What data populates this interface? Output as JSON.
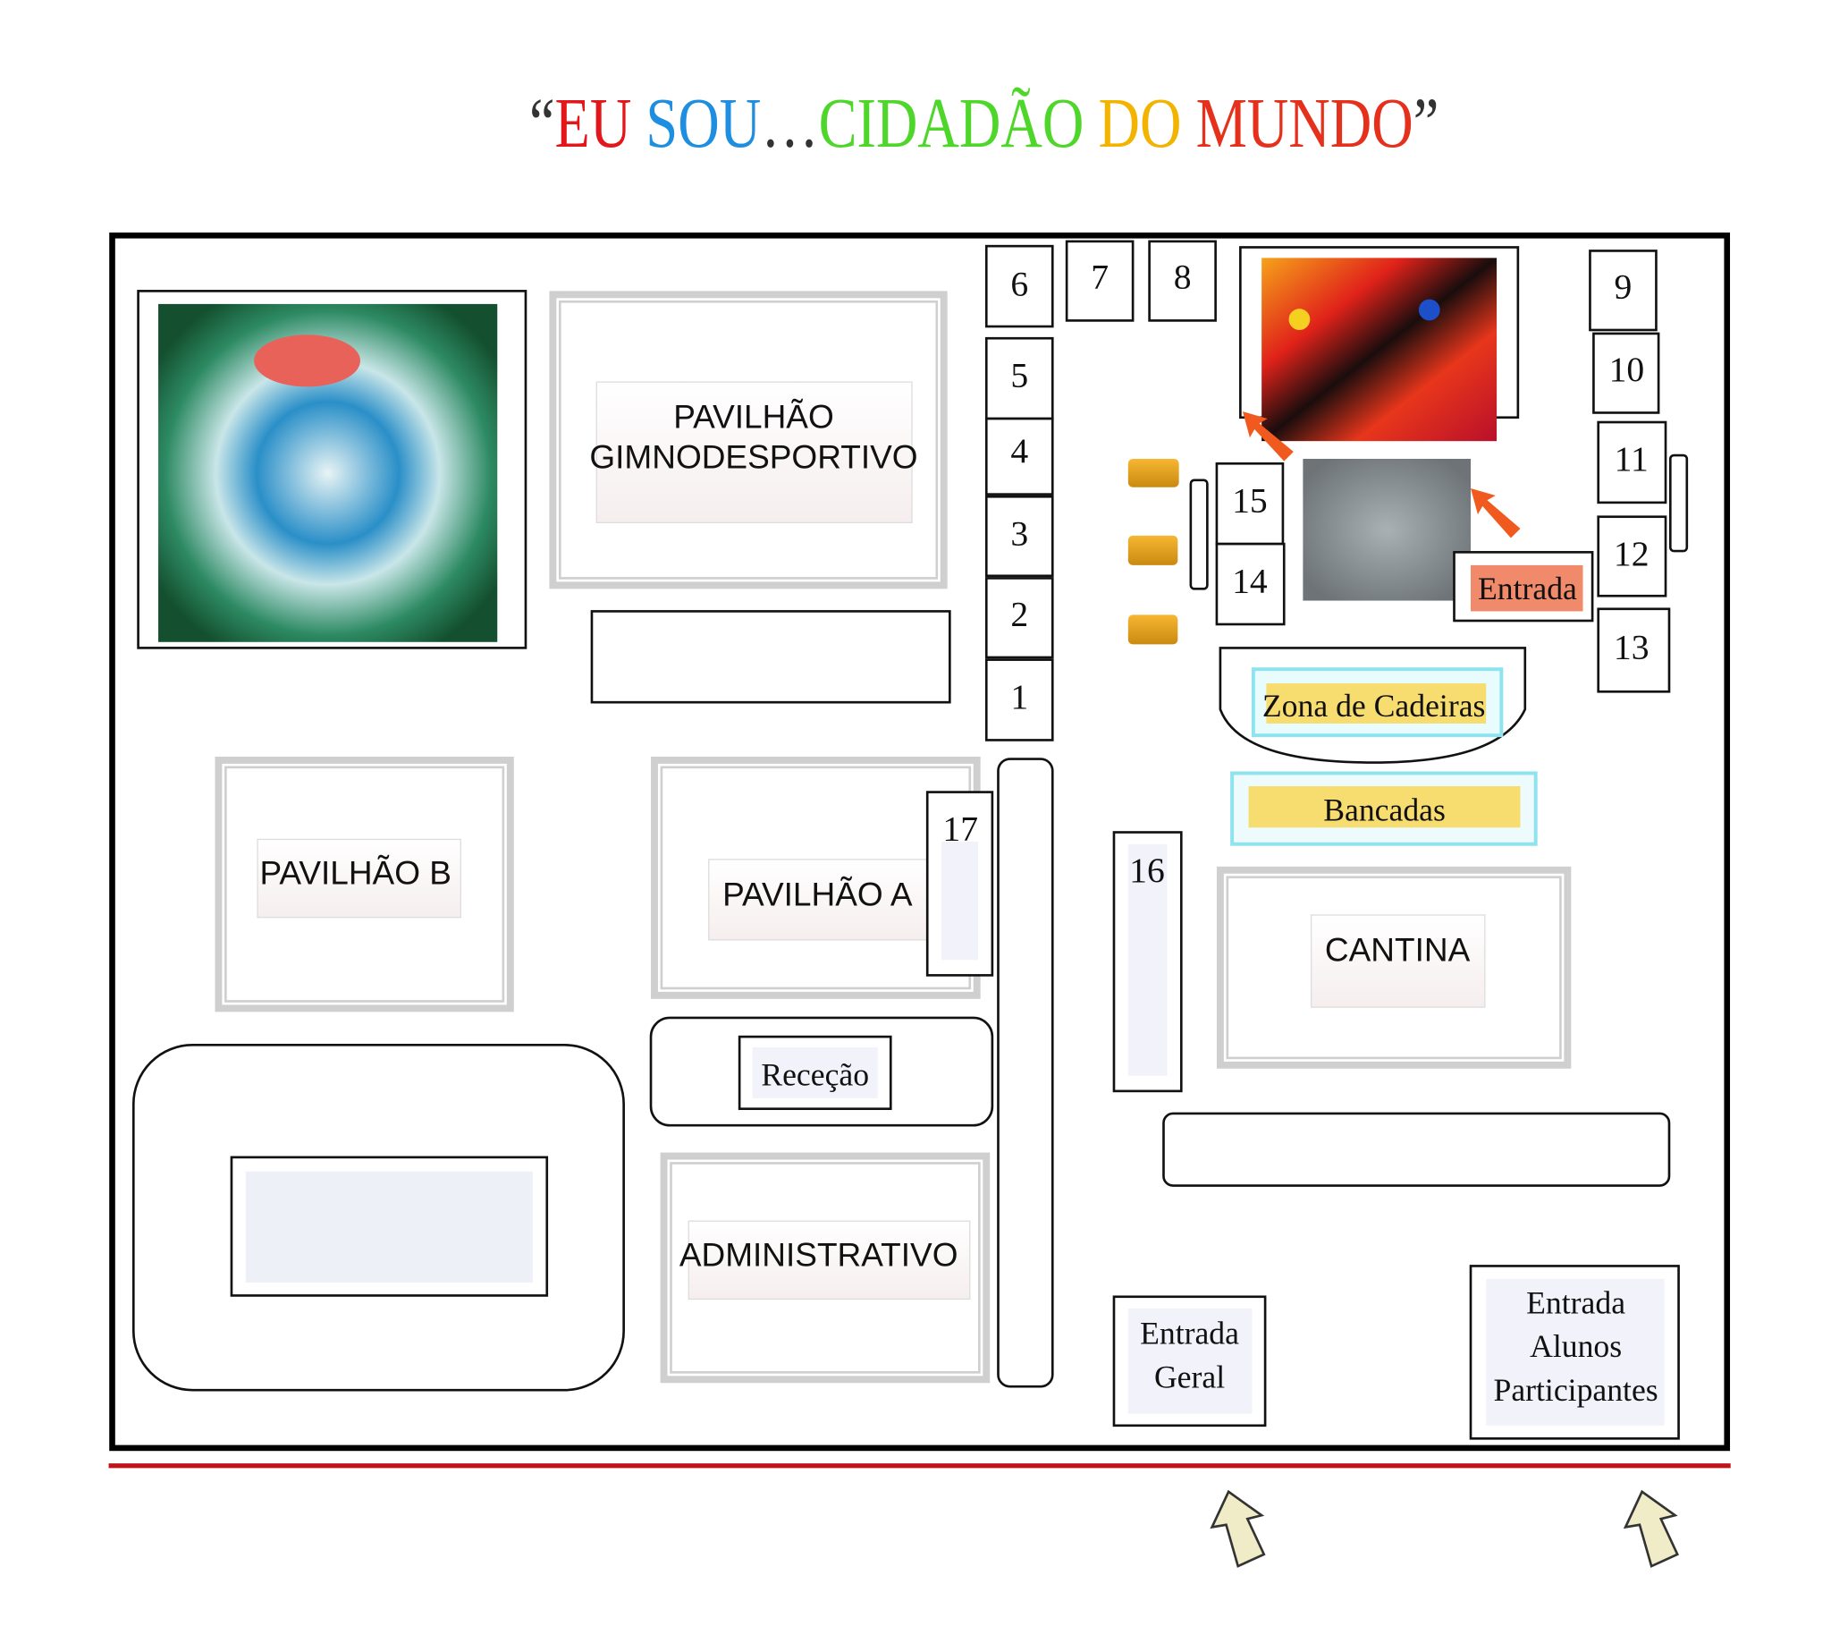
{
  "title": {
    "open_quote": "“",
    "part1": "EU ",
    "part2": "SOU",
    "ellipsis": "…",
    "part3": "CIDADÃO ",
    "part4": "DO ",
    "part5": "MUNDO",
    "close_quote": "”",
    "colors": {
      "eu": "#e3161b",
      "sou": "#1e8fe0",
      "cidadao": "#4fd62b",
      "do": "#f2b400",
      "mundo": "#e5301c",
      "quote": "#333333"
    }
  },
  "buildings": {
    "gimnodesportivo_line1": "PAVILHÃO",
    "gimnodesportivo_line2": "GIMNODESPORTIVO",
    "pavilhao_b": "PAVILHÃO B",
    "pavilhao_a": "PAVILHÃO A",
    "cantina": "CANTINA",
    "rececao": "Receção",
    "administrativo": "ADMINISTRATIVO"
  },
  "stands": [
    "1",
    "2",
    "3",
    "4",
    "5",
    "6",
    "7",
    "8",
    "9",
    "10",
    "11",
    "12",
    "13",
    "14",
    "15",
    "16",
    "17"
  ],
  "stage_area": {
    "entrada": "Entrada",
    "zona_cadeiras": "Zona de Cadeiras",
    "bancadas": "Bancadas"
  },
  "entrances": {
    "geral_line1": "Entrada",
    "geral_line2": "Geral",
    "alunos_line1": "Entrada",
    "alunos_line2": "Alunos",
    "alunos_line3": "Participantes"
  },
  "colors": {
    "frame": "#000000",
    "road_line": "#c0141a",
    "entrada_label": "#f08a6a",
    "highlight": "#f7dc6f",
    "arrow": "#f0ecc8"
  }
}
